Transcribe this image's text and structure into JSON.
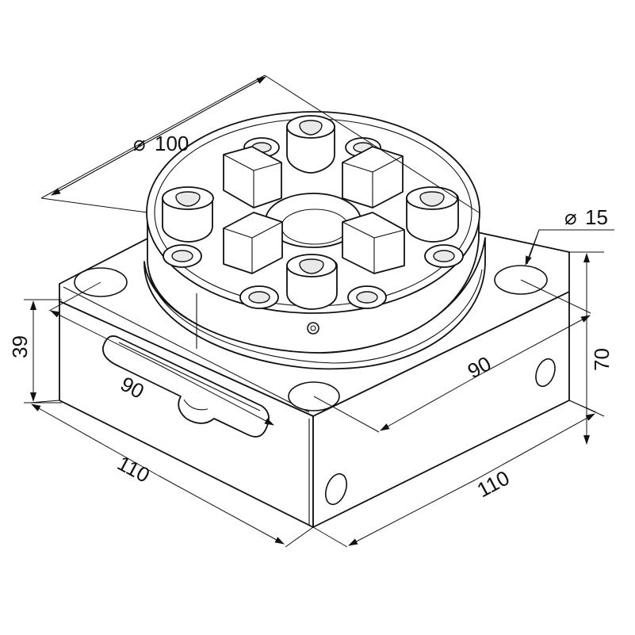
{
  "dimensions": {
    "diameter_flange": "100",
    "diameter_hole": "15",
    "height_plate": "39",
    "height_total": "70",
    "length_left": "110",
    "length_right": "110",
    "hole_spacing_left": "90",
    "hole_spacing_right": "90"
  },
  "symbols": {
    "diameter": "⌀"
  },
  "colors": {
    "line": "#111111",
    "background": "#ffffff"
  }
}
